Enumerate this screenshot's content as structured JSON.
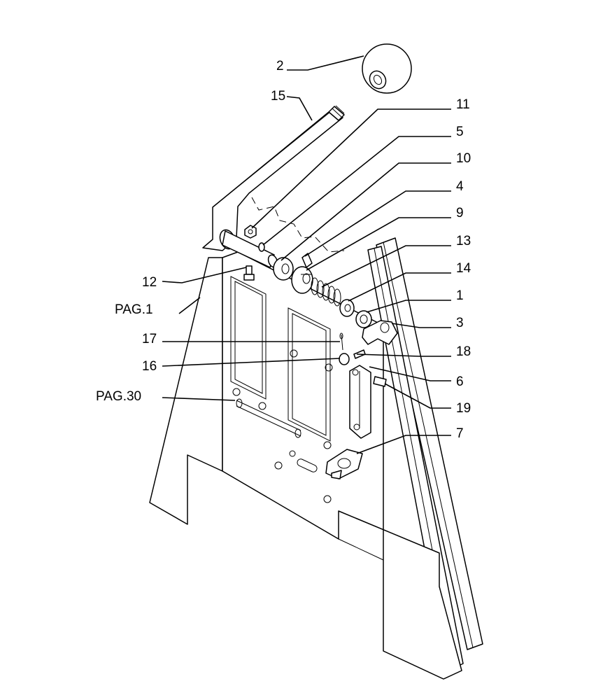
{
  "callouts": {
    "c1": "1",
    "c2": "2",
    "c3": "3",
    "c4": "4",
    "c5": "5",
    "c6": "6",
    "c7": "7",
    "c9": "9",
    "c10": "10",
    "c11": "11",
    "c12": "12",
    "c13": "13",
    "c14": "14",
    "c15": "15",
    "c16": "16",
    "c17": "17",
    "c18": "18",
    "c19": "19",
    "pag1": "PAG.1",
    "pag30": "PAG.30"
  }
}
